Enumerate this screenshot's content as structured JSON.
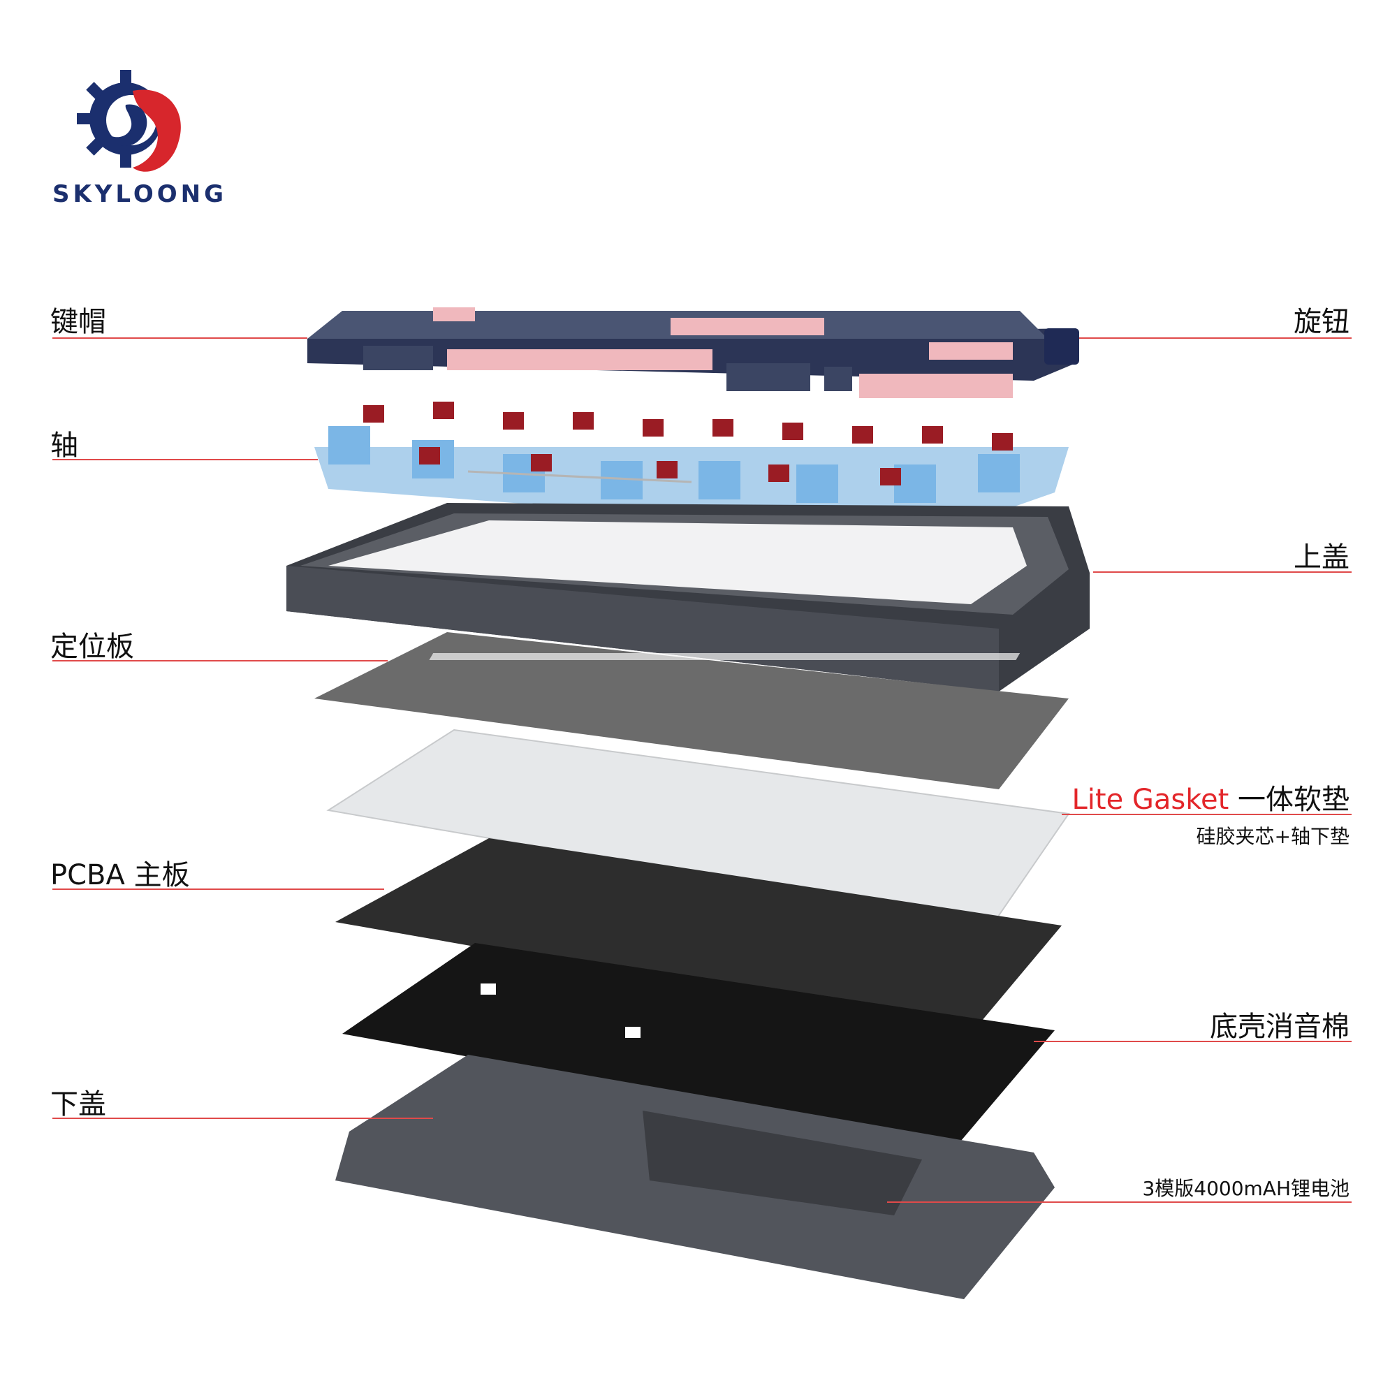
{
  "brand": {
    "name": "SKYLOONG"
  },
  "labels_left": {
    "keycaps": "键帽",
    "switches": "轴",
    "plate": "定位板",
    "pcba": "PCBA 主板",
    "bottom_case": "下盖"
  },
  "labels_right": {
    "knob": "旋钮",
    "top_case": "上盖",
    "gasket_en": "Lite Gasket",
    "gasket_cn": " 一体软垫",
    "gasket_sub": "硅胶夹芯+轴下垫",
    "foam": "底壳消音棉",
    "battery": "3模版4000mAH锂电池"
  },
  "colors": {
    "brand_blue": "#1b2f6e",
    "brand_red": "#d7262c",
    "leader_red": "#e04a4a",
    "keycap_navy": "#2c3556",
    "keycap_pink": "#f0b8bd",
    "switch_blue": "#6aa9dc",
    "switch_red": "#9a1c24"
  }
}
